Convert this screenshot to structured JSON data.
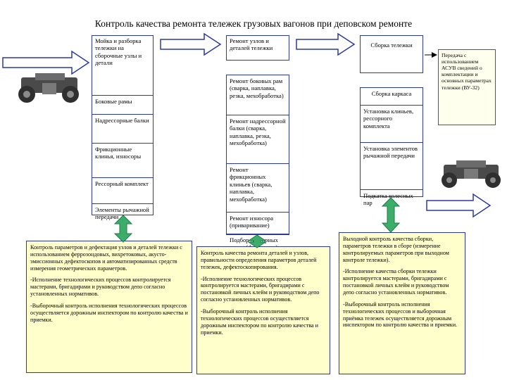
{
  "title": "Контроль качества ремонта тележек грузовых вагонов при деповском ремонте",
  "col1": {
    "head": "Мойка и разборка тележки на сборочные узлы и детали",
    "items": [
      "Боковые рамы",
      "Надрессорные балки",
      "Фрикционные клинья, износоры",
      "Рессорный комплект",
      "Элементы рычажной передачи"
    ]
  },
  "col2": {
    "head": "Ремонт узлов и деталей тележки",
    "items": [
      "Ремонт боковых рам (сварка, наплавка, резка, мехобработка)",
      "Ремонт надрессорной балки (сварка, наплавка, резка, мехобработка)",
      "Ремонт фрикционных клиньев (сварка, наплавка, мехобработка)",
      "Ремонт износора (приваривание)",
      "Подбор рессорных групп (Ареспектр)"
    ]
  },
  "col3": {
    "head": "Сборка тележки",
    "items": [
      "Сборка каркаса",
      "Установка клиньев, рессорного комплекта",
      "Установка элементов рычажной передачи",
      "Подкатка колесных пар"
    ]
  },
  "note": "Передача с использованием АСУВ сведений о комплектации и основных параметрах тележки (ВУ-32)",
  "control1": [
    "Контроль параметров и дефектация узлов и деталей тележки с использованием феррозондовых, вихретоковых, акусто-эмиссионных дефектоскопов и автоматизированных средств измерения геометрических параметров.",
    "-Исполнение технологических процессов контролируется мастерами, бригадирами и руководством депо согласно установленных нормативов.",
    "-Выборочный контроль исполнения технологических процессов осуществляется дорожным инспектором по контролю качества и приемки."
  ],
  "control2": [
    "Контроль качества ремонта деталей и узлов, правильности определения параметров деталей тележек, дефектоскопирования.",
    "-Исполнение технологических процессов контролируется мастерами, бригадирами с постановкой личных клейм и руководством депо согласно установленных нормативов.",
    "-Выборочный контроль исполнения технологических процессов осуществляется дорожным инспектором по контролю качества и приемки."
  ],
  "control3": [
    "Выходной контроль качества сборки, параметров тележки в сборе (измерение контролируемых параметров при выходном контроле тележки).",
    "-Исполнение качества сборки тележки контролируется мастерами, бригадирами с постановкой личных клейм и руководством депо согласно установленных нормативов.",
    "-Выборочный контроль исполнения технологических процессов и выборочная приёмка тележек осуществляется дорожным инспектором по контролю качества и приемки."
  ],
  "colors": {
    "border": "#2a3a9e",
    "arrow_fill": "#ffffff",
    "double_arrow": "#3cae6a",
    "control_fill": "#ffffcc"
  }
}
